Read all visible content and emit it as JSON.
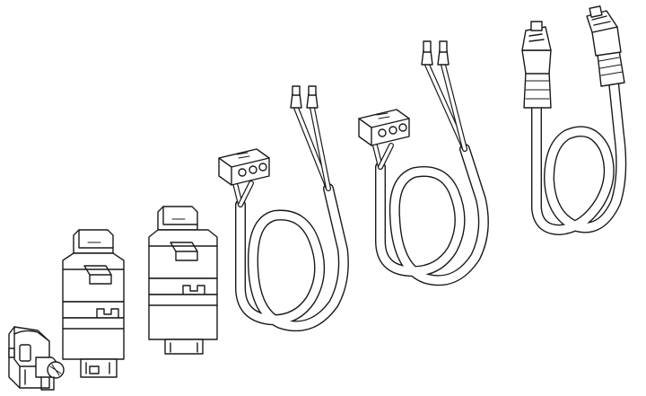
{
  "illustration": {
    "background": "#ffffff",
    "line_color": "#1a1a1a",
    "items": [
      {
        "name": "terminal-clamp"
      },
      {
        "name": "din-rail-module-a"
      },
      {
        "name": "din-rail-module-b"
      },
      {
        "name": "connector-cable-a"
      },
      {
        "name": "connector-cable-b"
      },
      {
        "name": "rj45-patch-cable"
      }
    ]
  }
}
